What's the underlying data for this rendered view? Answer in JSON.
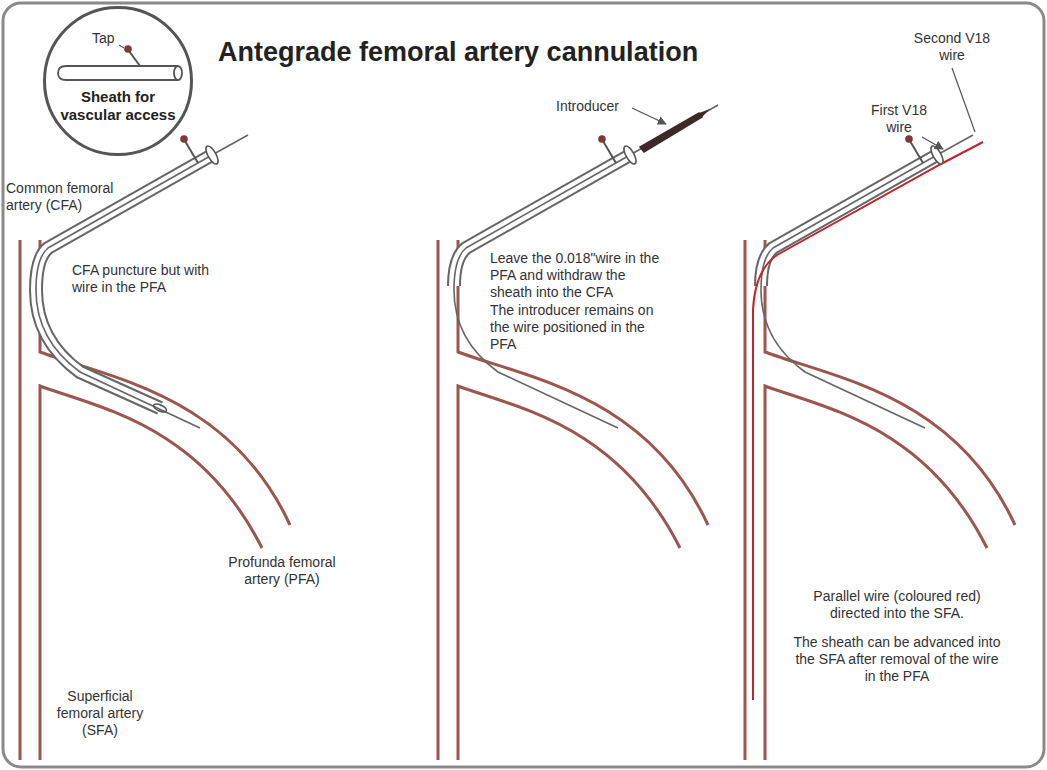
{
  "diagram": {
    "title": "Antegrade femoral artery cannulation",
    "nodes": [
      {
        "text": [
          "Sheath for vascular access"
        ]
      }
    ],
    "edges": [],
    "labels": [
      "Tap",
      "Common femoral artery (CFA)",
      "CFA puncture but with wire in the PFA",
      "Profunda femoral artery (PFA)",
      "Superficial femoral artery (SFA)",
      "Introducer",
      "Leave the 0.018\"wire in the PFA and withdraw the sheath into the CFA",
      "The introducer remains on the wire positioned in the PFA",
      "Second V18 wire",
      "First V18 wire",
      "Parallel wire (coloured red) directed into the SFA.",
      "The sheath can be advanced into the SFA after removal of the wire in the PFA"
    ]
  }
}
